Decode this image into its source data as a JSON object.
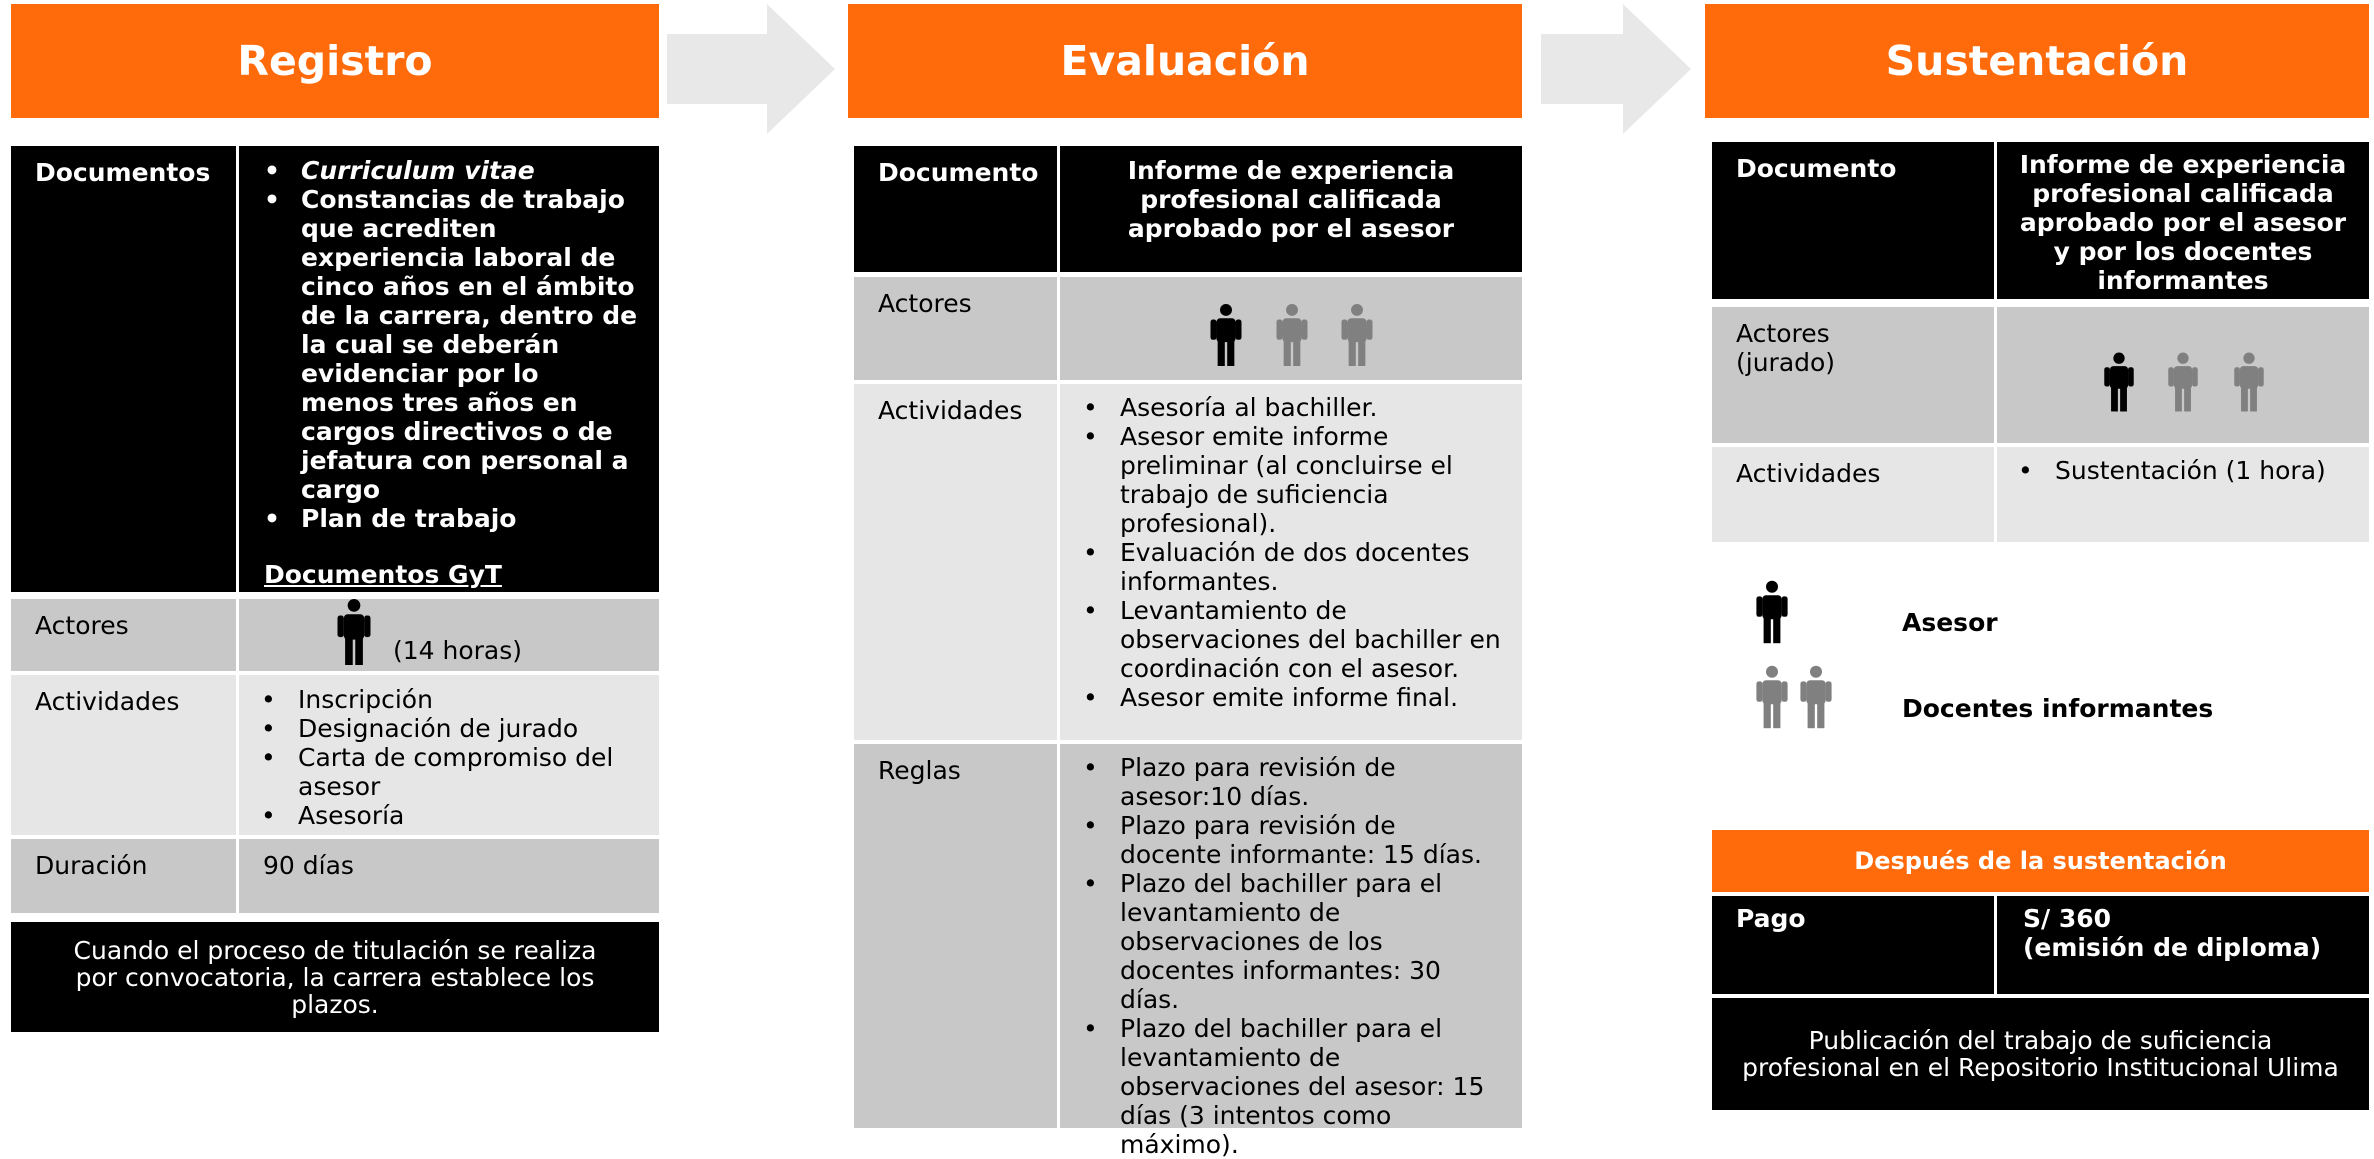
{
  "colors": {
    "accent": "#ff6a0a",
    "black": "#000000",
    "gray_dark": "#c8c8c8",
    "gray_light": "#e6e6e6",
    "arrow": "#e8e8e8"
  },
  "registro": {
    "title": "Registro",
    "documentos_label": "Documentos",
    "documentos": [
      "Curriculum vitae",
      "Constancias de trabajo que acrediten experiencia laboral de cinco años en el ámbito de la carrera, dentro de la cual se deberán evidenciar por lo menos tres años en cargos directivos o de jefatura con personal a cargo",
      "Plan de trabajo"
    ],
    "documentos_link": "Documentos GyT",
    "actores_label": "Actores",
    "actores_hours": "(14 horas)",
    "actividades_label": "Actividades",
    "actividades": [
      "Inscripción",
      "Designación de jurado",
      "Carta de compromiso del asesor",
      "Asesoría"
    ],
    "duracion_label": "Duración",
    "duracion_value": "90 días",
    "note": "Cuando el proceso de titulación se realiza por convocatoria, la carrera establece los plazos."
  },
  "evaluacion": {
    "title": "Evaluación",
    "documento_label": "Documento",
    "documento_value": "Informe de experiencia profesional calificada aprobado por el asesor",
    "actores_label": "Actores",
    "actividades_label": "Actividades",
    "actividades": [
      "Asesoría al bachiller.",
      "Asesor emite informe preliminar (al concluirse el trabajo de suficiencia profesional).",
      "Evaluación de dos docentes informantes.",
      "Levantamiento de observaciones del bachiller en coordinación con el asesor.",
      "Asesor emite informe final."
    ],
    "reglas_label": "Reglas",
    "reglas": [
      "Plazo para revisión de asesor:10 días.",
      "Plazo para revisión de docente informante: 15 días.",
      "Plazo del bachiller para el levantamiento de observaciones de los docentes informantes: 30 días.",
      "Plazo del bachiller para el levantamiento de observaciones del asesor: 15 días (3 intentos como máximo)."
    ]
  },
  "sustentacion": {
    "title": "Sustentación",
    "documento_label": "Documento",
    "documento_value": "Informe de experiencia profesional calificada aprobado por el asesor y por los docentes informantes",
    "actores_label": "Actores (jurado)",
    "actividades_label": "Actividades",
    "actividades": [
      "Sustentación (1 hora)"
    ],
    "legend": {
      "asesor": "Asesor",
      "docentes": "Docentes informantes"
    },
    "despues": {
      "header": "Después de la sustentación",
      "pago_label": "Pago",
      "pago_amount": "S/ 360",
      "pago_detail": "(emisión de diploma)",
      "note": "Publicación del trabajo de suficiencia profesional en el Repositorio Institucional Ulima"
    }
  }
}
